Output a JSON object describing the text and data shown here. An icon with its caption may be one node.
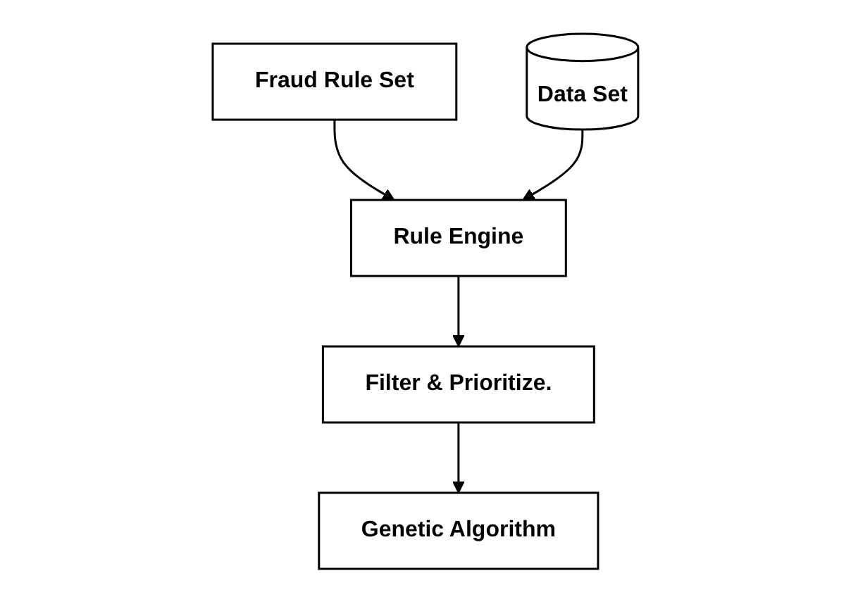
{
  "diagram": {
    "nodes": [
      {
        "text": [
          "Fraud Rule Set"
        ]
      },
      {
        "text": [
          "Rule Engine"
        ]
      },
      {
        "text": [
          "Data Set"
        ]
      },
      {
        "text": [
          "Filter & Prioritize."
        ]
      },
      {
        "text": [
          "Genetic Algorithm"
        ]
      }
    ],
    "edges": [
      {
        "from": 0,
        "to": 1,
        "arrow": "to"
      },
      {
        "from": 2,
        "to": 1,
        "arrow": "to"
      },
      {
        "from": 1,
        "to": 3,
        "arrow": "to"
      },
      {
        "from": 3,
        "to": 4,
        "arrow": "to"
      }
    ]
  }
}
